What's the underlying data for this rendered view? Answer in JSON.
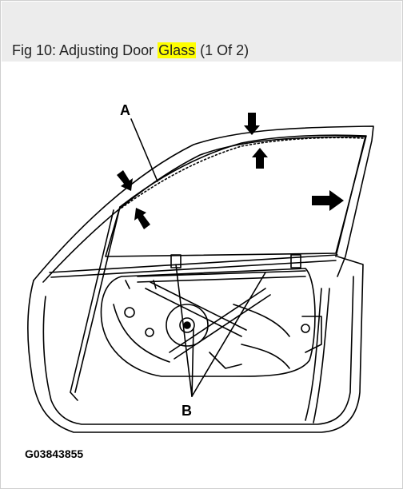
{
  "header": {
    "title_prefix": "Fig 10: Adjusting Door ",
    "title_highlight": "Glass",
    "title_suffix": " (1 Of 2)",
    "highlight_color": "#ffff00"
  },
  "diagram": {
    "label_a": "A",
    "label_b": "B",
    "figure_code": "G03843855"
  }
}
